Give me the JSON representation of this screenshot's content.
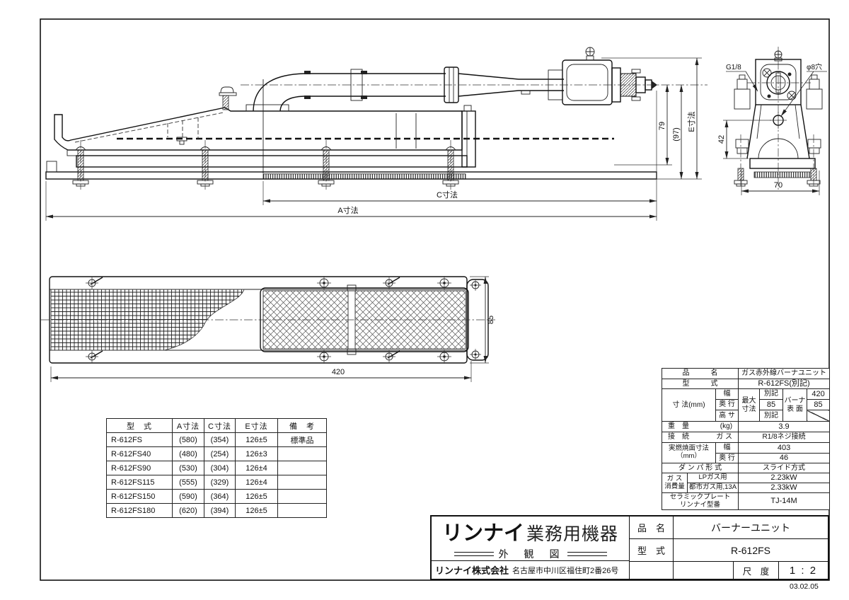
{
  "dwg": {
    "date": "03.02.05",
    "labels": {
      "a": "A寸法",
      "c": "C寸法",
      "e": "E寸法",
      "d79": "79",
      "d97": "(97)",
      "d42": "42",
      "d70": "70",
      "d420": "420",
      "d85": "85",
      "g18": "G1/8",
      "phi8": "φ8穴"
    }
  },
  "dims_table": {
    "headers": [
      "型　式",
      "A寸法",
      "C寸法",
      "E寸法",
      "備　考"
    ],
    "rows": [
      [
        "R-612FS",
        "(580)",
        "(354)",
        "126±5",
        "標準品"
      ],
      [
        "R-612FS40",
        "(480)",
        "(254)",
        "126±3",
        ""
      ],
      [
        "R-612FS90",
        "(530)",
        "(304)",
        "126±4",
        ""
      ],
      [
        "R-612FS115",
        "(555)",
        "(329)",
        "126±4",
        ""
      ],
      [
        "R-612FS150",
        "(590)",
        "(364)",
        "126±5",
        ""
      ],
      [
        "R-612FS180",
        "(620)",
        "(394)",
        "126±5",
        ""
      ]
    ]
  },
  "spec": {
    "hinmei_label": "品　　　名",
    "hinmei_value": "ガス赤外線バーナユニット",
    "katashiki_label": "型　　　式",
    "katashiki_value": "R-612FS(別記)",
    "sunpo_label": "寸 法(mm)",
    "width_label": "幅",
    "depth_label": "奥 行",
    "height_label": "高 サ",
    "saidai_label": "最大\n寸法",
    "saidai_w": "別記",
    "saidai_d": "85",
    "saidai_h": "別記",
    "burner_label": "バーナ\n表 面",
    "burner_w": "420",
    "burner_d": "85",
    "weight_label": "重　量",
    "weight_unit": "(kg)",
    "weight_value": "3.9",
    "conn_label": "接　続",
    "conn_sub": "ガ ス",
    "conn_value": "R1/8ネジ接続",
    "burn_label": "実燃焼面寸法\n（mm）",
    "burn_w_label": "幅",
    "burn_w": "403",
    "burn_d_label": "奥 行",
    "burn_d": "46",
    "damper_label": "ダ ン パ 形 式",
    "damper_value": "スライド方式",
    "cons_label": "ガ ス\n消費量",
    "lp_label": "LPガス用",
    "lp_value": "2.23kW",
    "city_label": "都市ガス用,13A",
    "city_value": "2.33kW",
    "ceramic_label": "セラミックプレート\nリンナイ型番",
    "ceramic_value": "TJ-14M"
  },
  "title": {
    "brand": "リンナイ",
    "brand_suffix": "業務用機器",
    "doc_type": "外　観　図",
    "company": "リンナイ株式会社",
    "address": "名古屋市中川区福住町2番26号",
    "hinmei_label": "品　名",
    "hinmei_value": "バーナーユニット",
    "katashiki_label": "型　式",
    "katashiki_value": "R-612FS",
    "scale_label": "尺　度",
    "scale_value": "1 : 2"
  }
}
